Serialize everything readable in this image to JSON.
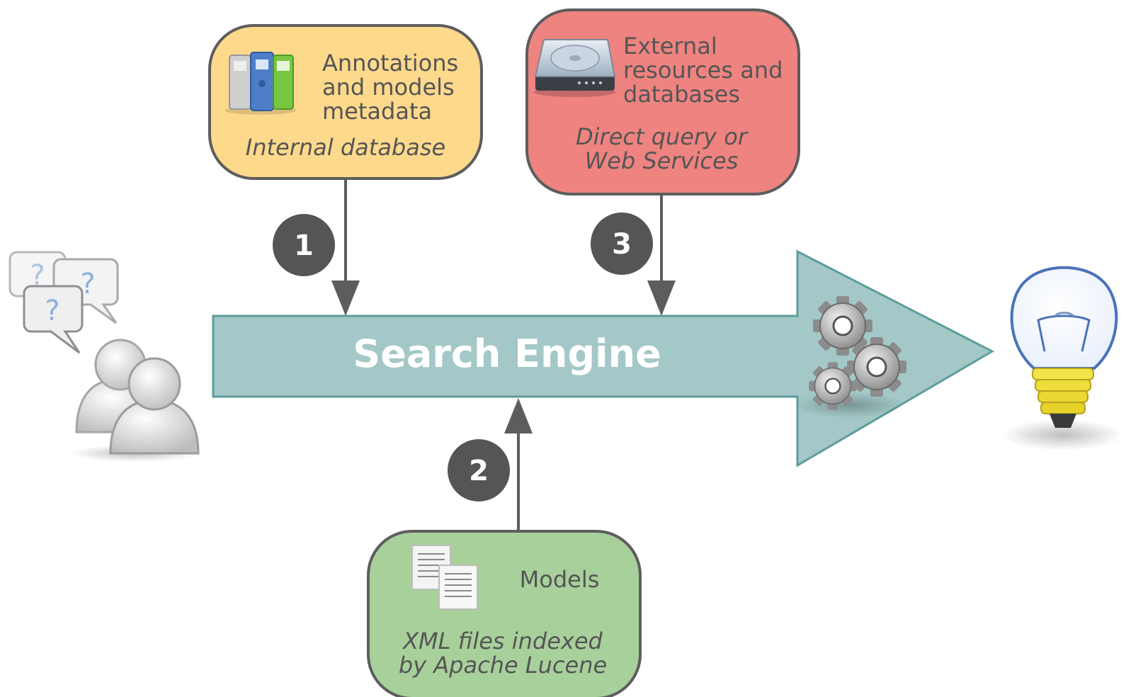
{
  "engine": {
    "label": "Search Engine"
  },
  "internal_box": {
    "lines": [
      "Annotations",
      "and models",
      "metadata"
    ],
    "subtitle": "Internal database",
    "icon": "binders-icon",
    "color": "#fdd98c"
  },
  "external_box": {
    "lines": [
      "External",
      "resources and",
      "databases"
    ],
    "subtitle_lines": [
      "Direct query or",
      "Web Services"
    ],
    "icon": "hard-drive-icon",
    "color": "#ee8380"
  },
  "models_box": {
    "title": "Models",
    "subtitle_lines": [
      "XML files indexed",
      "by Apache Lucene"
    ],
    "icon": "documents-icon",
    "color": "#a8d09b"
  },
  "steps": [
    "1",
    "2",
    "3"
  ],
  "users": {
    "icon": "users-icon",
    "question_mark": "?"
  },
  "gears": {
    "icon": "gears-icon"
  },
  "result": {
    "icon": "lightbulb-icon"
  },
  "colors": {
    "arrow_fill": "#a3c8c7",
    "arrow_stroke": "#5e9d9b",
    "box_stroke": "#5d5d5d",
    "step_fill": "#555555"
  }
}
